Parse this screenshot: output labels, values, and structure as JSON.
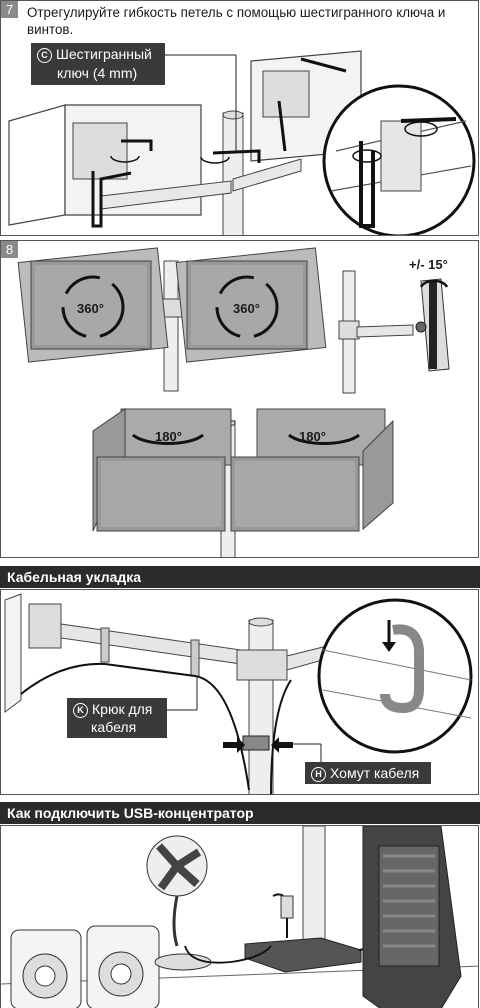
{
  "step7": {
    "number": "7",
    "instruction": "Отрегулируйте гибкость петель с помощью шестигранного ключа и винтов.",
    "tool_marker": "C",
    "tool_label_line1": "Шестигранный",
    "tool_label_line2": "ключ (4 mm)"
  },
  "step8": {
    "number": "8",
    "rotate_left": "360°",
    "rotate_right": "360°",
    "tilt": "+/- 15°",
    "swivel_left": "180°",
    "swivel_right": "180°"
  },
  "cable_section": {
    "title": "Кабельная укладка",
    "hook_marker": "K",
    "hook_label_line1": "Крюк для",
    "hook_label_line2": "кабеля",
    "clamp_marker": "H",
    "clamp_label": "Хомут кабеля"
  },
  "usb_section": {
    "title": "Как подключить USB-концентратор"
  }
}
